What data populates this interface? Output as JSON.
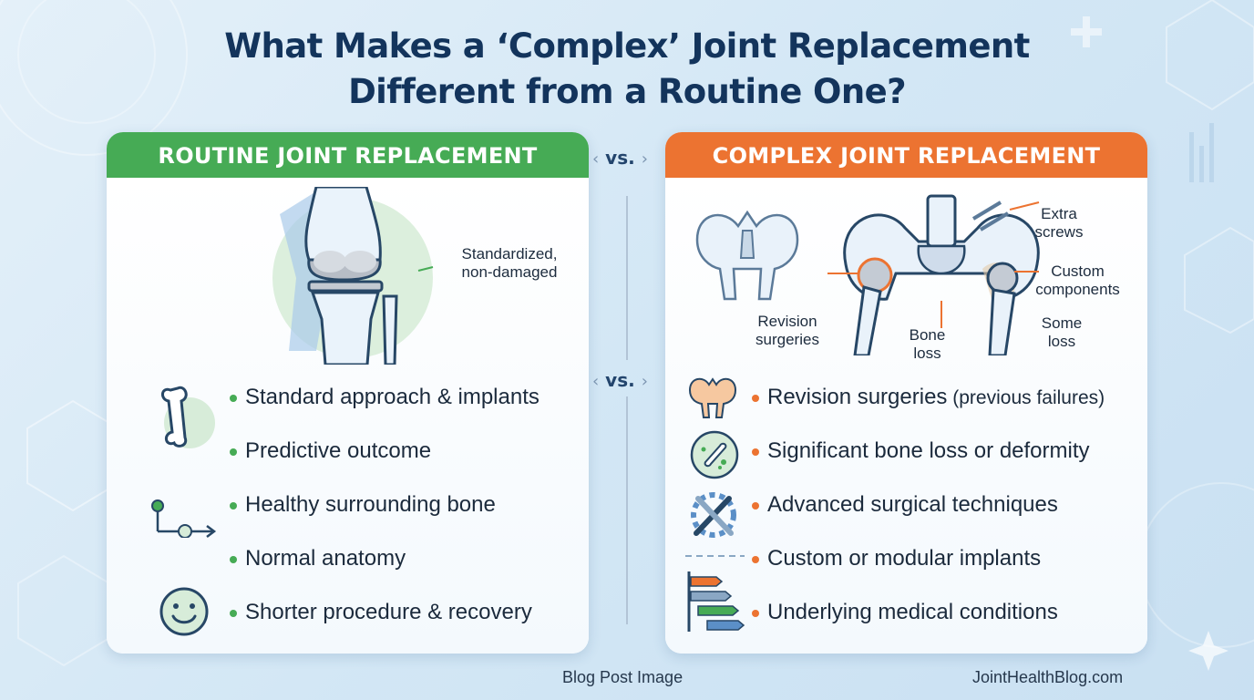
{
  "title": {
    "line1": "What Makes a ‘Complex’ Joint Replacement",
    "line2": "Different from a Routine One?"
  },
  "vs_label": "vs.",
  "vs_chevron_left": "‹",
  "vs_chevron_right": "›",
  "routine": {
    "header": "ROUTINE JOINT REPLACEMENT",
    "callout": [
      "Standardized,",
      "non-damaged"
    ],
    "items": [
      "Standard approach & implants",
      "Predictive outcome",
      "Healthy surrounding bone",
      "Normal anatomy",
      "Shorter procedure & recovery"
    ],
    "icons": [
      "bone-icon",
      "pathway-icon",
      "smiley-face-icon"
    ]
  },
  "complex": {
    "header": "COMPLEX JOINT REPLACEMENT",
    "callouts": {
      "extra_screws": [
        "Extra",
        "screws"
      ],
      "custom_components": [
        "Custom",
        "components"
      ],
      "revision_surgeries": [
        "Revision",
        "surgeries"
      ],
      "bone_loss": [
        "Bone",
        "loss"
      ],
      "some_loss": [
        "Some",
        "loss"
      ]
    },
    "items": [
      {
        "text": "Revision surgeries",
        "note": " (previous failures)"
      },
      {
        "text": "Significant bone loss or deformity",
        "note": ""
      },
      {
        "text": "Advanced surgical techniques",
        "note": ""
      },
      {
        "text": "Custom or modular implants",
        "note": ""
      },
      {
        "text": "Underlying medical conditions",
        "note": ""
      }
    ],
    "icons": [
      "pelvis-icon",
      "bone-fragments-icon",
      "tools-gear-icon",
      "dashed-line-icon",
      "flag-steps-icon"
    ]
  },
  "colors": {
    "routine_accent": "#46ab55",
    "complex_accent": "#ec7331",
    "title": "#13345c"
  },
  "footer": {
    "left": "Blog Post Image",
    "right": "JointHealthBlog.com"
  }
}
